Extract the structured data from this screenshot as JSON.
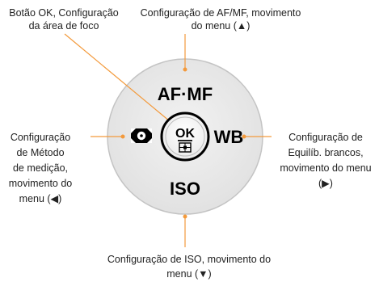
{
  "callouts": {
    "ok_button": {
      "line1": "Botão OK, Configuração",
      "line2": "da área de foco"
    },
    "af_mf": {
      "line1": "Configuração de AF/MF, movimento",
      "line2": "do menu (▲)"
    },
    "metering": {
      "line1": "Configuração",
      "line2": "de Método",
      "line3": "de medição,",
      "line4": "movimento do",
      "line5": "menu (◀)"
    },
    "white_balance": {
      "line1": "Configuração de",
      "line2": "Equilíb. brancos,",
      "line3": "movimento do menu",
      "line4": "(▶)"
    },
    "iso": {
      "line1": "Configuração de ISO, movimento do",
      "line2": "menu (▼)"
    }
  },
  "dial": {
    "top_label": "AF·MF",
    "right_label": "WB",
    "bottom_label": "ISO",
    "center_label": "OK",
    "left_icon": "metering-icon",
    "center_sub_icon": "focus-area-icon"
  },
  "colors": {
    "leader_line": "#f39a3c",
    "dial_fill": "#e6e6e6",
    "dial_stroke": "#bfbfbf"
  }
}
